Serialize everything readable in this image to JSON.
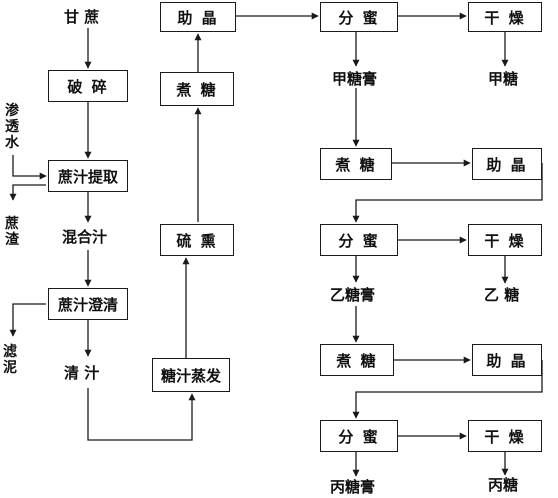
{
  "left_column": {
    "sugarcane": "甘 蔗",
    "crushing": "破 碎",
    "imbibition_water": "渗透水",
    "juice_extraction": "蔗汁提取",
    "bagasse": "蔗渣",
    "mixed_juice": "混合汁",
    "juice_clarification": "蔗汁澄清",
    "filter_mud": "滤泥",
    "clear_juice": "清 汁"
  },
  "middle_column": {
    "juice_evaporation": "糖汁蒸发",
    "sulfitation": "硫 熏",
    "boiling": "煮 糖",
    "crystallization": "助 晶"
  },
  "stage_a": {
    "centrifuge": "分 蜜",
    "drying": "干 燥",
    "molasses": "甲糖膏",
    "sugar": "甲糖"
  },
  "stage_b": {
    "boiling": "煮 糖",
    "crystallization": "助 晶",
    "centrifuge": "分 蜜",
    "drying": "干 燥",
    "molasses": "乙糖膏",
    "sugar": "乙 糖"
  },
  "stage_c": {
    "boiling": "煮 糖",
    "crystallization": "助 晶",
    "centrifuge": "分 蜜",
    "drying": "干 燥",
    "molasses": "丙糖膏",
    "sugar": "丙糖"
  }
}
